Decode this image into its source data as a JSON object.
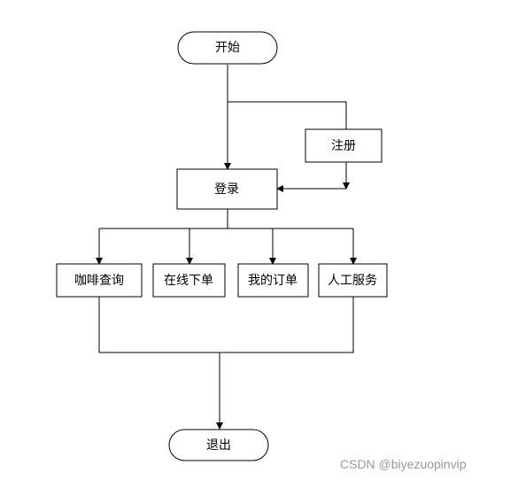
{
  "nodes": {
    "start": "开始",
    "register": "注册",
    "login": "登录",
    "coffee_query": "咖啡查询",
    "order_online": "在线下单",
    "my_orders": "我的订单",
    "manual_service": "人工服务",
    "logout": "退出"
  },
  "watermark": "CSDN @biyezuopinvip",
  "colors": {
    "stroke": "#000000",
    "fill": "#ffffff",
    "watermark": "#9a9a9a"
  }
}
